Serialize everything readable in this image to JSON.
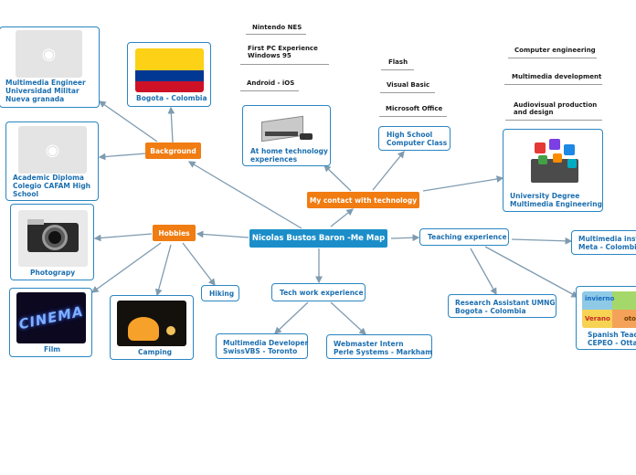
{
  "center": "Nicolas Bustos Baron -Me Map",
  "background": {
    "title": "Background",
    "flag_caption": "Bogota - Colombia",
    "engineer": [
      "Multimedia Engineer",
      "Universidad Militar",
      "Nueva granada"
    ],
    "school": [
      "Academic Diploma",
      "Colegio CAFAM High",
      "School"
    ]
  },
  "hobbies": {
    "title": "Hobbies",
    "photography": "Photograpy",
    "film": "Film",
    "camping": "Camping",
    "hiking": "Hiking",
    "film_image_text": "CINEMA"
  },
  "tech_contact": {
    "title": "My contact with technology",
    "nes": "Nintendo NES",
    "pc": [
      "First PC Experience",
      "Windows 95"
    ],
    "android": "Android - iOS",
    "home": [
      "At home technology",
      "experiences"
    ],
    "flash": "Flash",
    "vbasic": "Visual Basic",
    "office": "Microsoft Office",
    "highschool": [
      "High School",
      "Computer Class"
    ],
    "comp_eng": "Computer engineering",
    "mm_dev": "Multimedia development",
    "av": [
      "Audiovisual production",
      "and design"
    ],
    "university": [
      "University Degree",
      "Multimedia Engineering"
    ]
  },
  "teaching": {
    "title": "Teaching experience",
    "instructor": [
      "Multimedia instr",
      "Meta - Colombia"
    ],
    "research": [
      "Research Assistant UMNG",
      "Bogota - Colombia"
    ],
    "spanish": [
      "Spanish Teach",
      "CEPEO - Otta"
    ],
    "spanish_image": [
      "invierno",
      "Verano",
      "oto"
    ]
  },
  "work": {
    "title": "Tech work experience",
    "swiss": [
      "Multimedia Developer",
      "SwissVBS - Toronto"
    ],
    "perle": [
      "Webmaster Intern",
      "Perle Systems - Markham"
    ]
  },
  "colors": {
    "center_fill": "#1b8ec9",
    "branch_fill": "#f07c12",
    "border": "#2a86c2",
    "label_text": "#1c6fb0",
    "connector": "#7f9bb0"
  }
}
